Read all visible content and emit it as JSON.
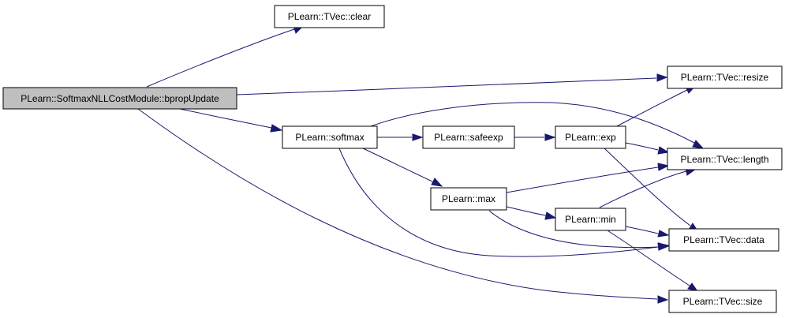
{
  "graph": {
    "root_fill": "#bfbfbf",
    "node_fill": "#ffffff",
    "edge_color": "#191970",
    "nodes": {
      "bpropUpdate": "PLearn::SoftmaxNLLCostModule::bpropUpdate",
      "clear": "PLearn::TVec::clear",
      "resize": "PLearn::TVec::resize",
      "softmax": "PLearn::softmax",
      "safeexp": "PLearn::safeexp",
      "exp": "PLearn::exp",
      "length": "PLearn::TVec::length",
      "max": "PLearn::max",
      "min": "PLearn::min",
      "data": "PLearn::TVec::data",
      "size": "PLearn::TVec::size"
    },
    "edges": [
      [
        "bpropUpdate",
        "clear"
      ],
      [
        "bpropUpdate",
        "resize"
      ],
      [
        "bpropUpdate",
        "softmax"
      ],
      [
        "bpropUpdate",
        "size"
      ],
      [
        "softmax",
        "safeexp"
      ],
      [
        "softmax",
        "length"
      ],
      [
        "softmax",
        "max"
      ],
      [
        "softmax",
        "data"
      ],
      [
        "safeexp",
        "exp"
      ],
      [
        "exp",
        "resize"
      ],
      [
        "exp",
        "length"
      ],
      [
        "exp",
        "data"
      ],
      [
        "max",
        "length"
      ],
      [
        "max",
        "min"
      ],
      [
        "max",
        "data"
      ],
      [
        "min",
        "length"
      ],
      [
        "min",
        "data"
      ],
      [
        "min",
        "size"
      ]
    ]
  }
}
